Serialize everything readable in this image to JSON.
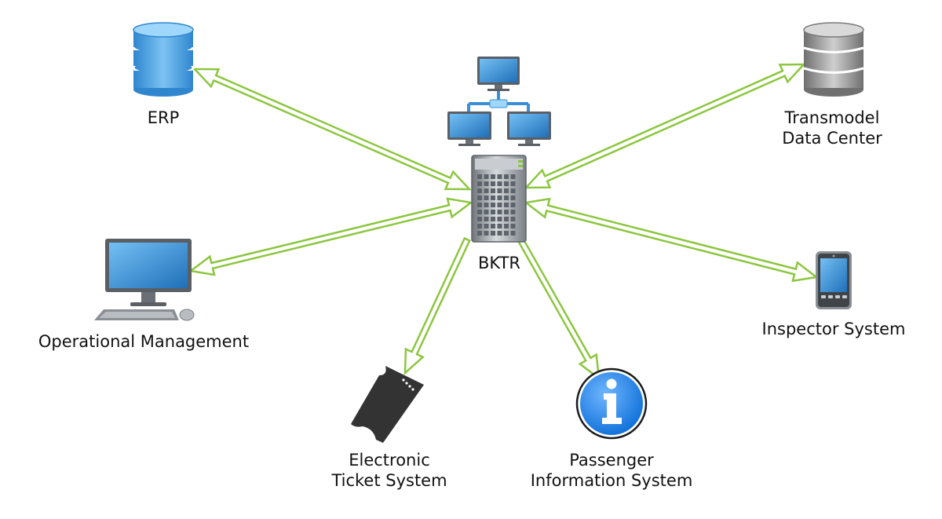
{
  "diagram": {
    "colors": {
      "arrow": "#8cc63f",
      "arrow_fill": "#ffffff",
      "db_blue": "#4da3e0",
      "db_gray": "#9a9a9a",
      "monitor_screen": "#3a8fd6",
      "ticket": "#333333",
      "info": "#1e88e5",
      "server": "#8f959b"
    },
    "hub": {
      "label": "BKTR",
      "icons": [
        "network-computers-icon",
        "server-tower-icon"
      ]
    },
    "nodes": {
      "erp": {
        "lines": [
          "ERP"
        ],
        "icon": "database-blue-icon",
        "direction": "both"
      },
      "transmodel": {
        "lines": [
          "Transmodel",
          "Data Center"
        ],
        "icon": "database-gray-icon",
        "direction": "both"
      },
      "operational": {
        "lines": [
          "Operational Management"
        ],
        "icon": "desktop-computer-icon",
        "direction": "both"
      },
      "inspector": {
        "lines": [
          "Inspector System"
        ],
        "icon": "mobile-device-icon",
        "direction": "both"
      },
      "ticket": {
        "lines": [
          "Electronic",
          "Ticket System"
        ],
        "icon": "ticket-icon",
        "direction": "outgoing"
      },
      "passenger": {
        "lines": [
          "Passenger",
          "Information System"
        ],
        "icon": "info-icon",
        "direction": "outgoing"
      }
    }
  }
}
